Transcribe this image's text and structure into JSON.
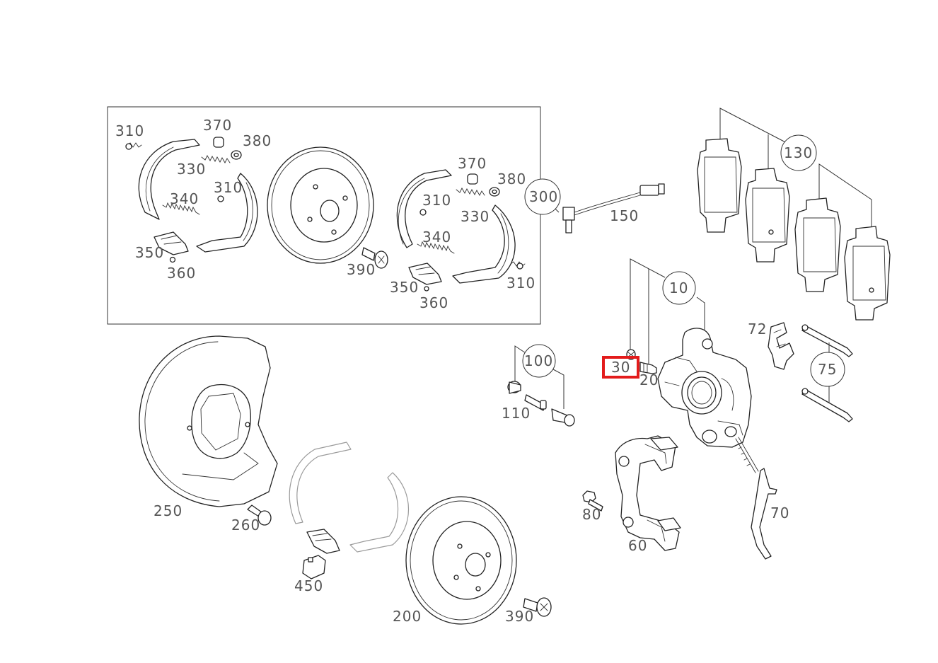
{
  "diagram": {
    "labels": {
      "p310a": "310",
      "p370a": "370",
      "p380a": "380",
      "p330a": "330",
      "p310b": "310",
      "p340a": "340",
      "p350a": "350",
      "p360a": "360",
      "p300": "300",
      "p370b": "370",
      "p380b": "380",
      "p310c": "310",
      "p330b": "330",
      "p340b": "340",
      "p390a": "390",
      "p350b": "350",
      "p360b": "360",
      "p310d": "310",
      "p150": "150",
      "p130": "130",
      "p10": "10",
      "p72": "72",
      "p75": "75",
      "p30": "30",
      "p20": "20",
      "p100": "100",
      "p110": "110",
      "p70": "70",
      "p80": "80",
      "p60": "60",
      "p250": "250",
      "p260": "260",
      "p450": "450",
      "p200": "200",
      "p390b": "390"
    },
    "highlighted_part": "30",
    "highlight_color": "#e31b1b"
  }
}
